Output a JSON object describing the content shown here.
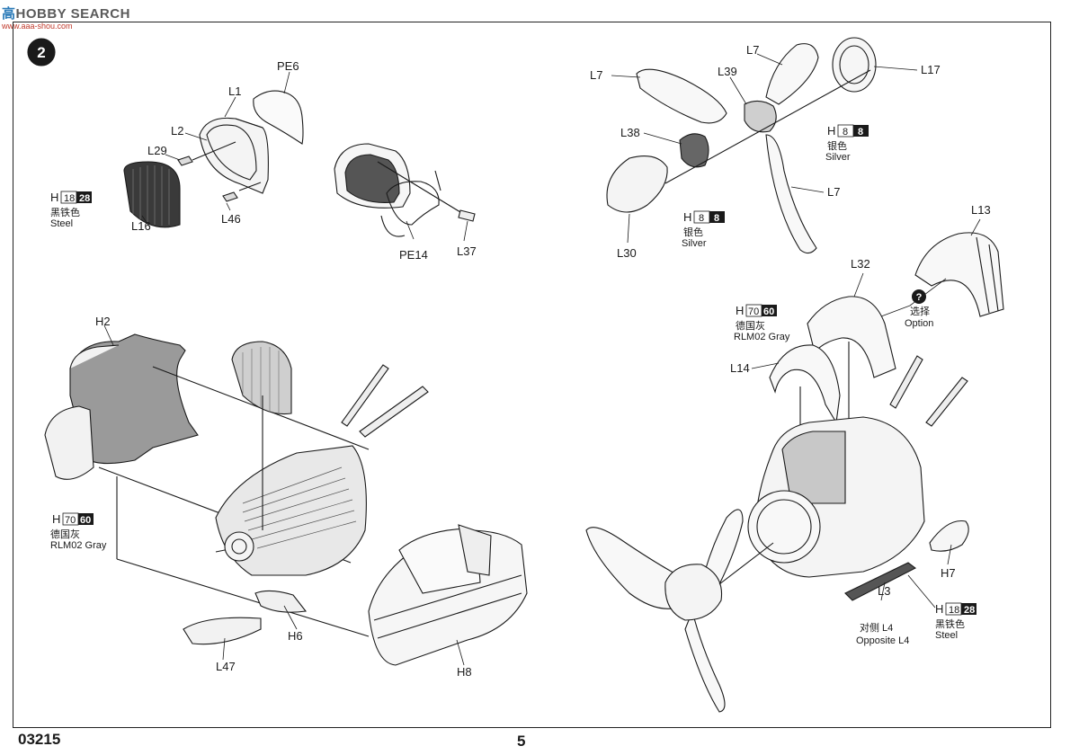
{
  "watermark": {
    "brand": "HOBBY SEARCH",
    "brand_prefix": "高",
    "site": "www.aaa-shou.com"
  },
  "step": {
    "number": "2"
  },
  "footer": {
    "code": "03215",
    "page": "5"
  },
  "parts": {
    "pe6": "PE6",
    "l1": "L1",
    "l2": "L2",
    "l29": "L29",
    "l16": "L16",
    "l46": "L46",
    "pe14": "PE14",
    "l37": "L37",
    "l7a": "L7",
    "l7b": "L7",
    "l7c": "L7",
    "l39": "L39",
    "l17": "L17",
    "l38": "L38",
    "l30": "L30",
    "l13": "L13",
    "l32": "L32",
    "l14": "L14",
    "h7": "H7",
    "l3": "L3",
    "h2": "H2",
    "h6": "H6",
    "l47": "L47",
    "h8": "H8"
  },
  "paints": {
    "steel_1": {
      "h": "H",
      "code": "18",
      "mr": "28",
      "cn": "黑铁色",
      "en": "Steel"
    },
    "silver_1": {
      "h": "H",
      "code": "8",
      "mr": "8",
      "cn": "银色",
      "en": "Silver"
    },
    "silver_2": {
      "h": "H",
      "code": "8",
      "mr": "8",
      "cn": "银色",
      "en": "Silver"
    },
    "gray_1": {
      "h": "H",
      "code": "70",
      "mr": "60",
      "cn": "德国灰",
      "en": "RLM02 Gray"
    },
    "gray_2": {
      "h": "H",
      "code": "70",
      "mr": "60",
      "cn": "德国灰",
      "en": "RLM02 Gray"
    },
    "steel_2": {
      "h": "H",
      "code": "18",
      "mr": "28",
      "cn": "黑铁色",
      "en": "Steel"
    }
  },
  "option": {
    "symbol": "?",
    "cn": "选择",
    "en": "Option"
  },
  "opposite": {
    "cn": "对侧 L4",
    "en": "Opposite L4"
  },
  "colors": {
    "ink": "#1a1a1a",
    "gray_fill": "#7a7a7a",
    "part_fill": "#f2f2f2"
  }
}
